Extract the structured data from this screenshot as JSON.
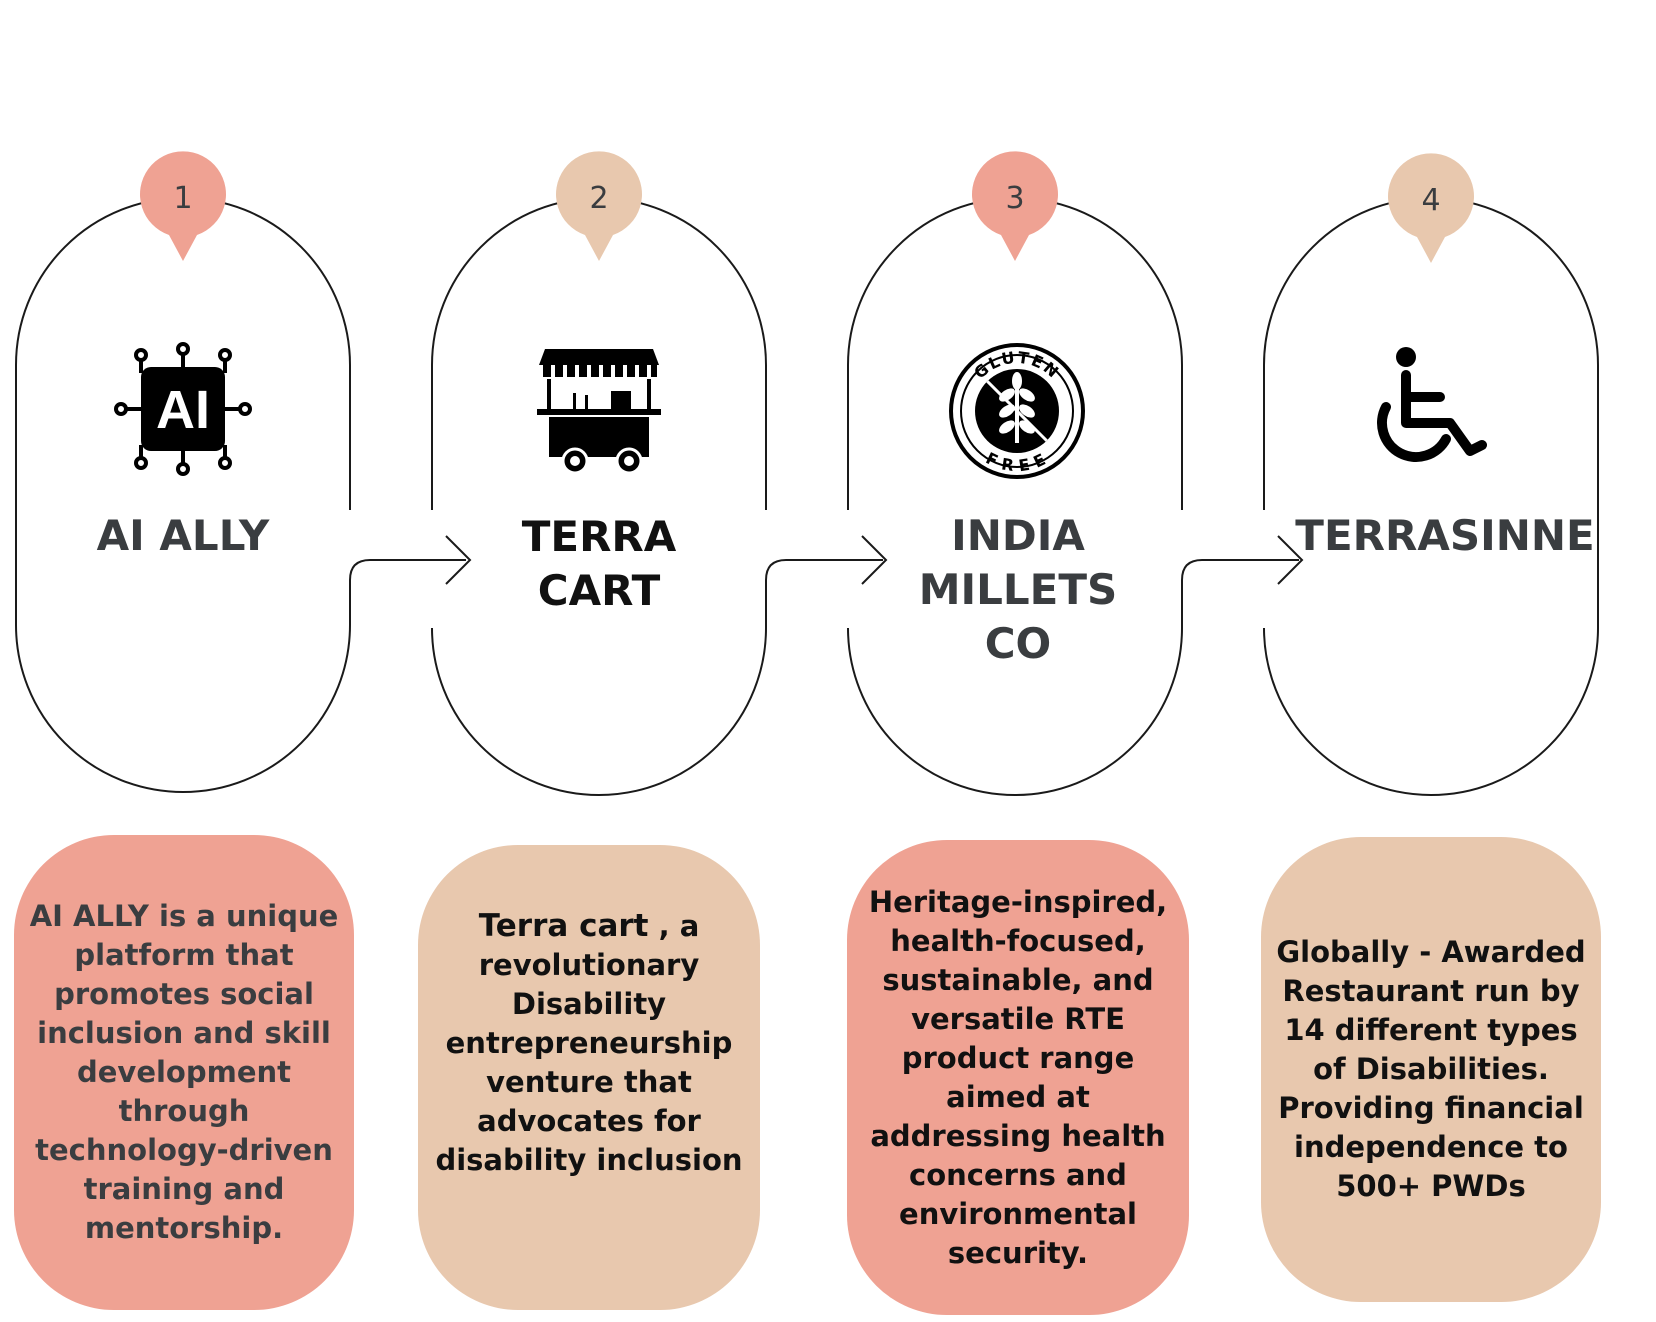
{
  "colors": {
    "coral": "#EFA293",
    "beige": "#E8C8AE",
    "title_text": "#3A3D40",
    "title_text_dark": "#111111",
    "stroke": "#1A1A1A"
  },
  "steps": [
    {
      "number": "1",
      "icon": "ai-chip-icon",
      "title_lines": [
        "AI ALLY"
      ],
      "description": "AI ALLY is a unique platform that promotes social inclusion and skill development through technology-driven training and mentorship."
    },
    {
      "number": "2",
      "icon": "food-cart-icon",
      "title_lines": [
        "TERRA",
        "CART"
      ],
      "description_bold": "Terra cart",
      "description": " , a revolutionary Disability entrepreneurship venture that advocates for disability inclusion"
    },
    {
      "number": "3",
      "icon": "gluten-free-icon",
      "icon_top_text": "GLUTEN",
      "icon_bottom_text": "FREE",
      "title_lines": [
        "INDIA",
        "MILLETS",
        "CO"
      ],
      "description": "Heritage-inspired, health-focused, sustainable, and versatile RTE product range aimed at addressing health concerns and environmental security."
    },
    {
      "number": "4",
      "icon": "wheelchair-icon",
      "title_lines": [
        "TERRASINNE"
      ],
      "description": "Globally - Awarded Restaurant run by 14 different types of Disabilities. Providing financial independence to 500+ PWDs"
    }
  ]
}
